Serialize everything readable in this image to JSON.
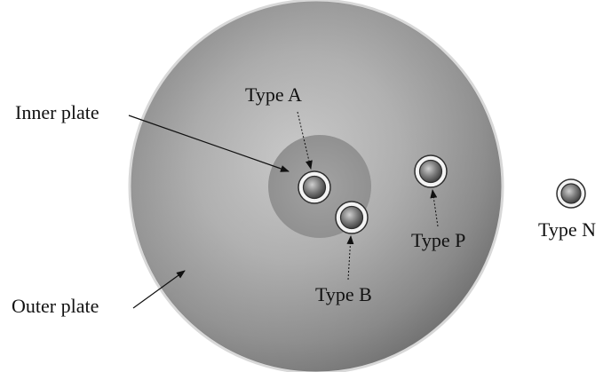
{
  "diagram": {
    "labels": {
      "inner_plate": "Inner plate",
      "outer_plate": "Outer plate",
      "type_a": "Type A",
      "type_b": "Type B",
      "type_p": "Type P",
      "type_n": "Type N"
    },
    "components": [
      {
        "id": "outer-plate",
        "label_key": "inner_plate_none",
        "shape": "large-disc"
      },
      {
        "id": "inner-plate",
        "shape": "small-disc"
      },
      {
        "id": "sensor-type-a",
        "shape": "ringed-circle"
      },
      {
        "id": "sensor-type-b",
        "shape": "ringed-circle"
      },
      {
        "id": "sensor-type-p",
        "shape": "ringed-circle"
      },
      {
        "id": "sensor-type-n",
        "shape": "ringed-circle"
      }
    ],
    "colors": {
      "outer_plate_light": "#c2c2c2",
      "outer_plate_dark": "#6e6e6e",
      "inner_plate": "#999999",
      "sensor_ring": "#f2f2f2",
      "sensor_outline": "#333333",
      "text": "#111111",
      "arrow": "#111111"
    }
  }
}
